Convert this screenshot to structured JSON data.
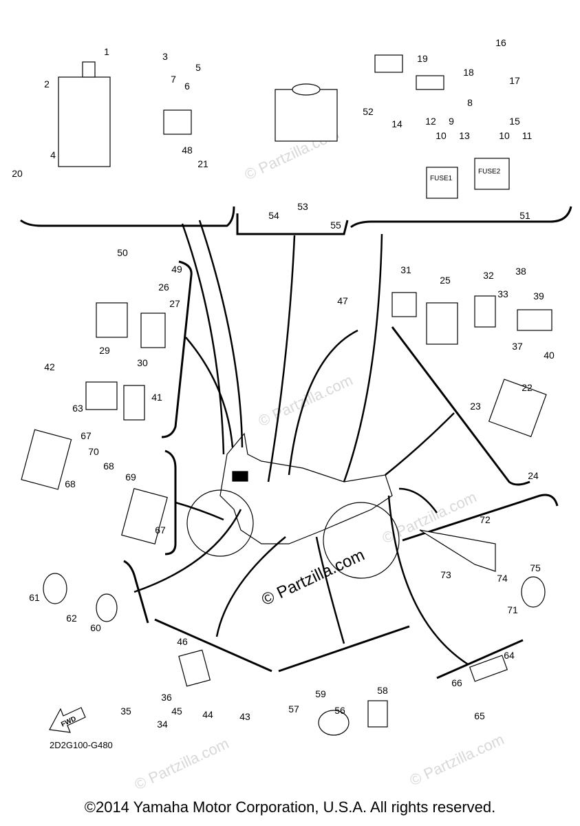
{
  "diagram": {
    "callouts": [
      "1",
      "2",
      "3",
      "5",
      "7",
      "6",
      "4",
      "20",
      "48",
      "21",
      "52",
      "54",
      "53",
      "55",
      "19",
      "18",
      "16",
      "17",
      "8",
      "12",
      "10",
      "9",
      "13",
      "14",
      "15",
      "10",
      "11",
      "51",
      "50",
      "49",
      "26",
      "27",
      "29",
      "30",
      "42",
      "63",
      "41",
      "47",
      "31",
      "25",
      "32",
      "33",
      "38",
      "39",
      "37",
      "40",
      "23",
      "22",
      "24",
      "67",
      "70",
      "68",
      "68",
      "69",
      "67",
      "72",
      "73",
      "74",
      "75",
      "71",
      "61",
      "62",
      "60",
      "46",
      "36",
      "35",
      "45",
      "44",
      "43",
      "34",
      "64",
      "66",
      "65",
      "57",
      "59",
      "56",
      "58"
    ],
    "fuse_labels": [
      "FUSE1",
      "FUSE2"
    ],
    "fwd_label": "FWD",
    "drawing_code": "2D2G100-G480",
    "watermark": "© Partzilla.com",
    "watermark_bold": "© Partzilla.com"
  },
  "footer": {
    "copyright": "©2014 Yamaha Motor Corporation, U.S.A. All rights reserved."
  }
}
